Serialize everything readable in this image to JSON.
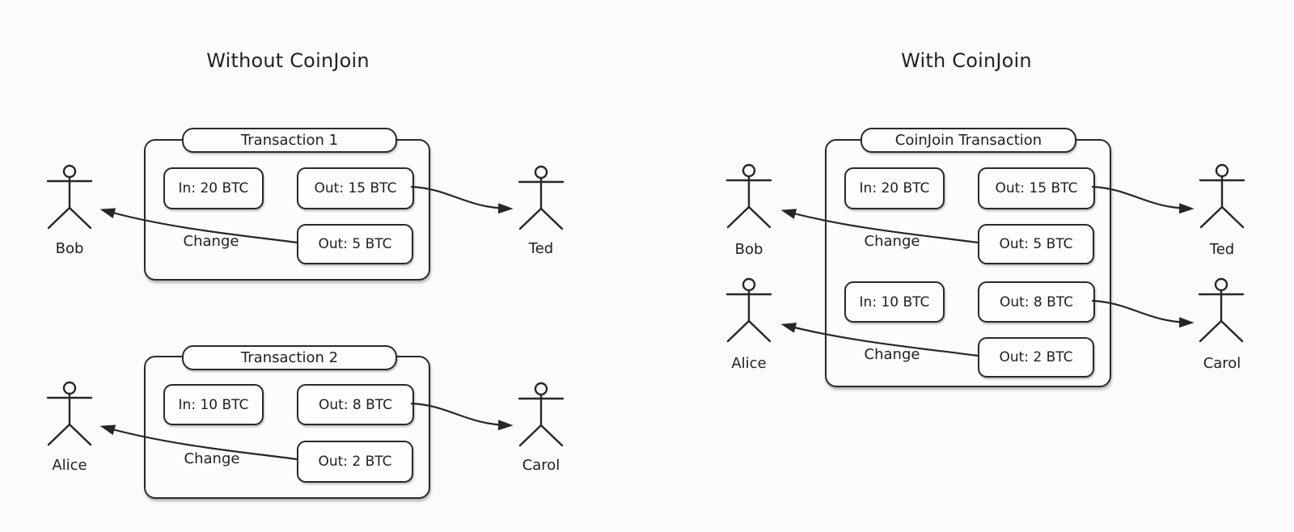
{
  "left_panel": {
    "title": "Without CoinJoin",
    "tx1": {
      "title": "Transaction 1",
      "input": "In: 20 BTC",
      "output1": "Out: 15 BTC",
      "output2": "Out: 5 BTC",
      "change": "Change"
    },
    "tx2": {
      "title": "Transaction 2",
      "input": "In: 10 BTC",
      "output1": "Out: 8 BTC",
      "output2": "Out: 2 BTC",
      "change": "Change"
    },
    "people": {
      "bob": "Bob",
      "ted": "Ted",
      "alice": "Alice",
      "carol": "Carol"
    }
  },
  "right_panel": {
    "title": "With CoinJoin",
    "tx": {
      "title": "CoinJoin Transaction",
      "input1": "In: 20 BTC",
      "output1": "Out: 15 BTC",
      "change1": "Change",
      "change_output1": "Out: 5 BTC",
      "input2": "In: 10 BTC",
      "output2": "Out: 8 BTC",
      "change2": "Change",
      "change_output2": "Out: 2 BTC"
    },
    "people": {
      "bob": "Bob",
      "alice": "Alice",
      "ted": "Ted",
      "carol": "Carol"
    }
  },
  "colors": {
    "stroke": "#2a2a2a",
    "background": "#fbfbfb",
    "box_fill": "#fdfdfd"
  }
}
